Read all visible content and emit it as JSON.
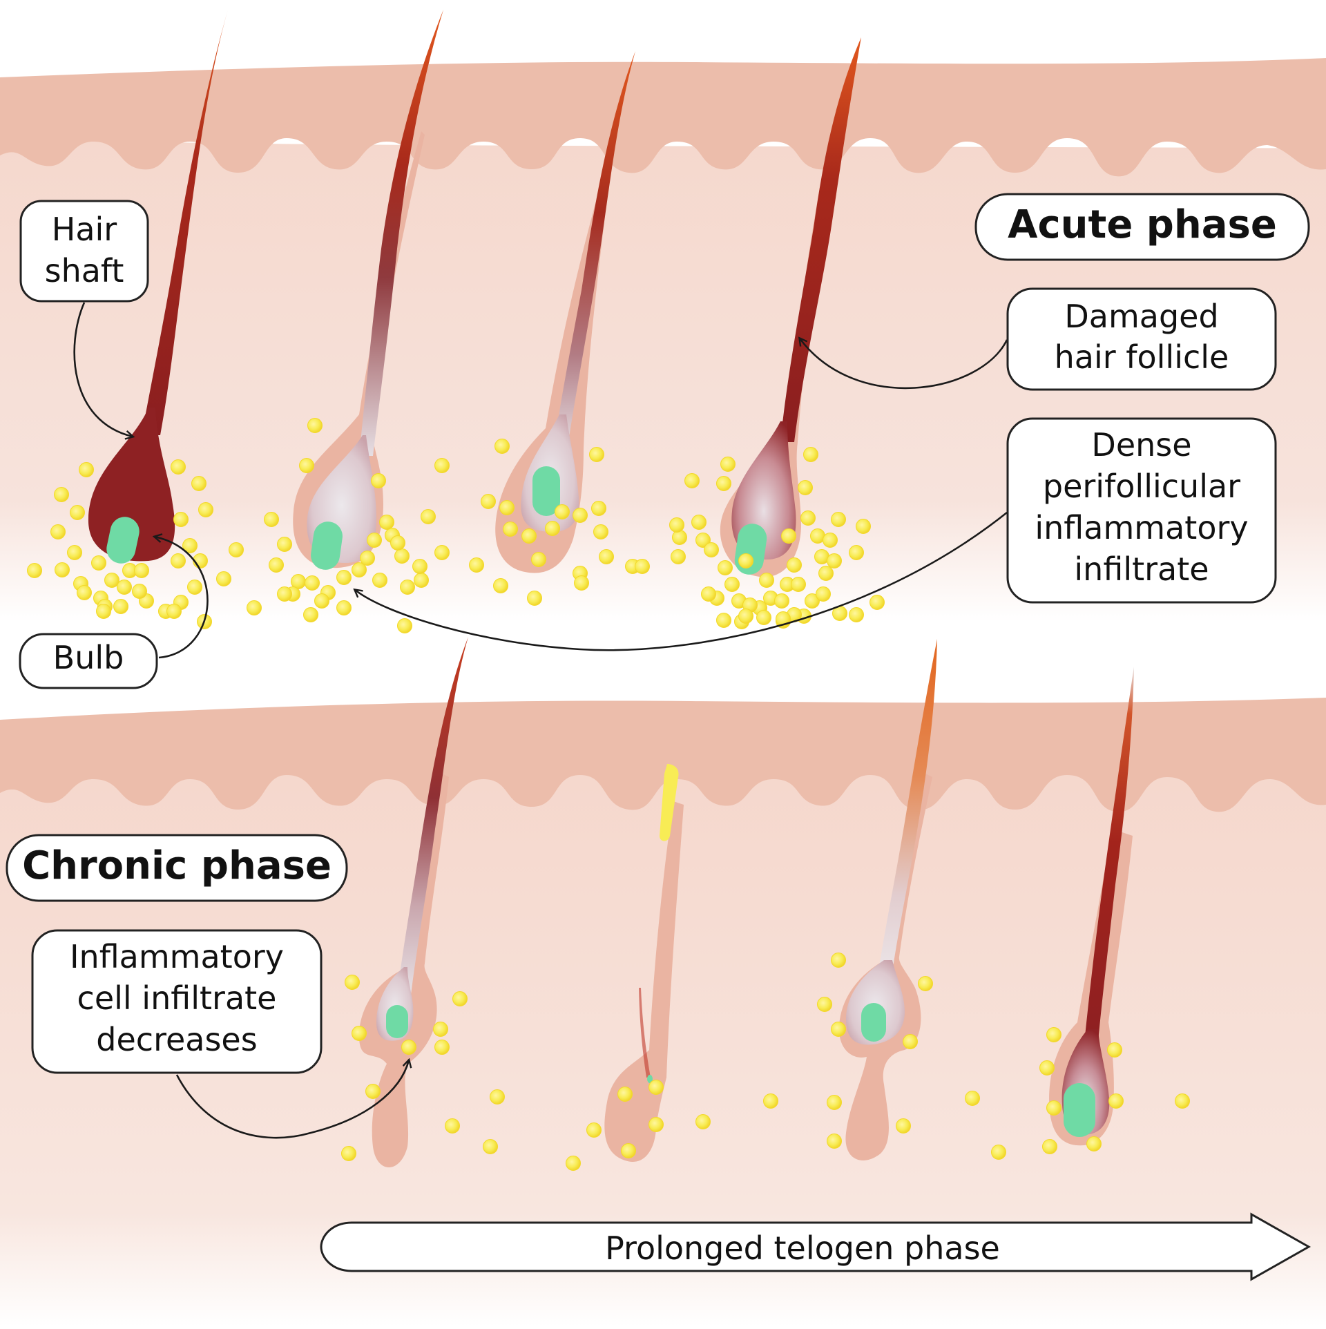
{
  "labels": {
    "hair_shaft": [
      "Hair",
      "shaft"
    ],
    "bulb": "Bulb",
    "acute_phase": "Acute phase",
    "damaged_follicle": [
      "Damaged",
      "hair follicle"
    ],
    "dense_infiltrate": [
      "Dense",
      "perifollicular",
      "inflammatory",
      "infiltrate"
    ],
    "chronic_phase": "Chronic phase",
    "infiltrate_decreases": [
      "Inflammatory",
      "cell infiltrate",
      "decreases"
    ],
    "telogen_arrow": "Prolonged telogen phase"
  },
  "colors": {
    "epidermis": "#ebbcaa",
    "dermis": "#f6dcd2",
    "sheath": "#eab4a2",
    "hair_dark": "#8e1f1f",
    "hair_tip": "#e2581e",
    "papilla": "#6fdaa5",
    "cell": "#f8ec55",
    "cell_edge": "#f3d82a"
  }
}
